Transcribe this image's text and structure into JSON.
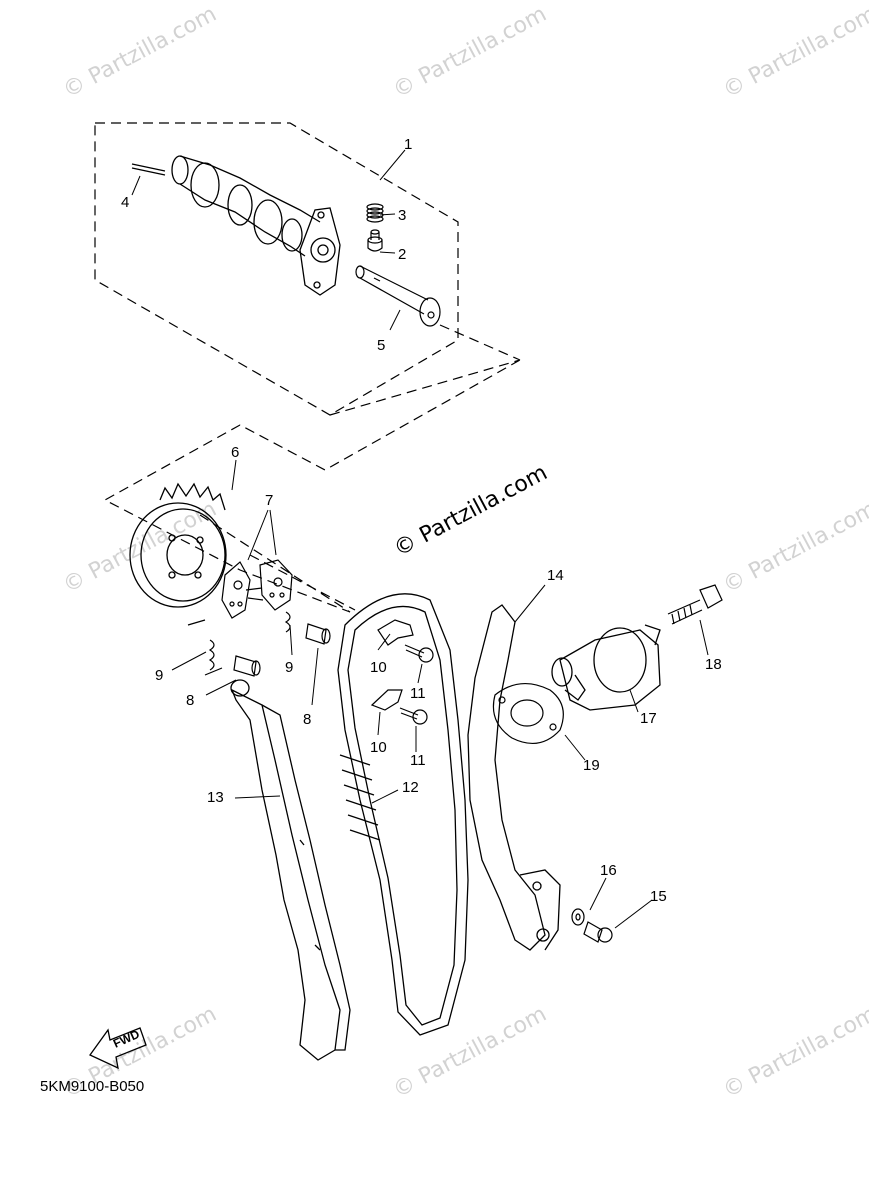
{
  "watermark": "© Partzilla.com",
  "drawing_code": "5KM9100-B050",
  "direction_label": "FWD",
  "callouts": [
    {
      "id": "c1",
      "text": "1"
    },
    {
      "id": "c2",
      "text": "2"
    },
    {
      "id": "c3",
      "text": "3"
    },
    {
      "id": "c4",
      "text": "4"
    },
    {
      "id": "c5",
      "text": "5"
    },
    {
      "id": "c6",
      "text": "6"
    },
    {
      "id": "c7",
      "text": "7"
    },
    {
      "id": "c8a",
      "text": "8"
    },
    {
      "id": "c8b",
      "text": "8"
    },
    {
      "id": "c9a",
      "text": "9"
    },
    {
      "id": "c9b",
      "text": "9"
    },
    {
      "id": "c10a",
      "text": "10"
    },
    {
      "id": "c10b",
      "text": "10"
    },
    {
      "id": "c11a",
      "text": "11"
    },
    {
      "id": "c11b",
      "text": "11"
    },
    {
      "id": "c12",
      "text": "12"
    },
    {
      "id": "c13",
      "text": "13"
    },
    {
      "id": "c14",
      "text": "14"
    },
    {
      "id": "c15",
      "text": "15"
    },
    {
      "id": "c16",
      "text": "16"
    },
    {
      "id": "c17",
      "text": "17"
    },
    {
      "id": "c18",
      "text": "18"
    },
    {
      "id": "c19",
      "text": "19"
    }
  ]
}
